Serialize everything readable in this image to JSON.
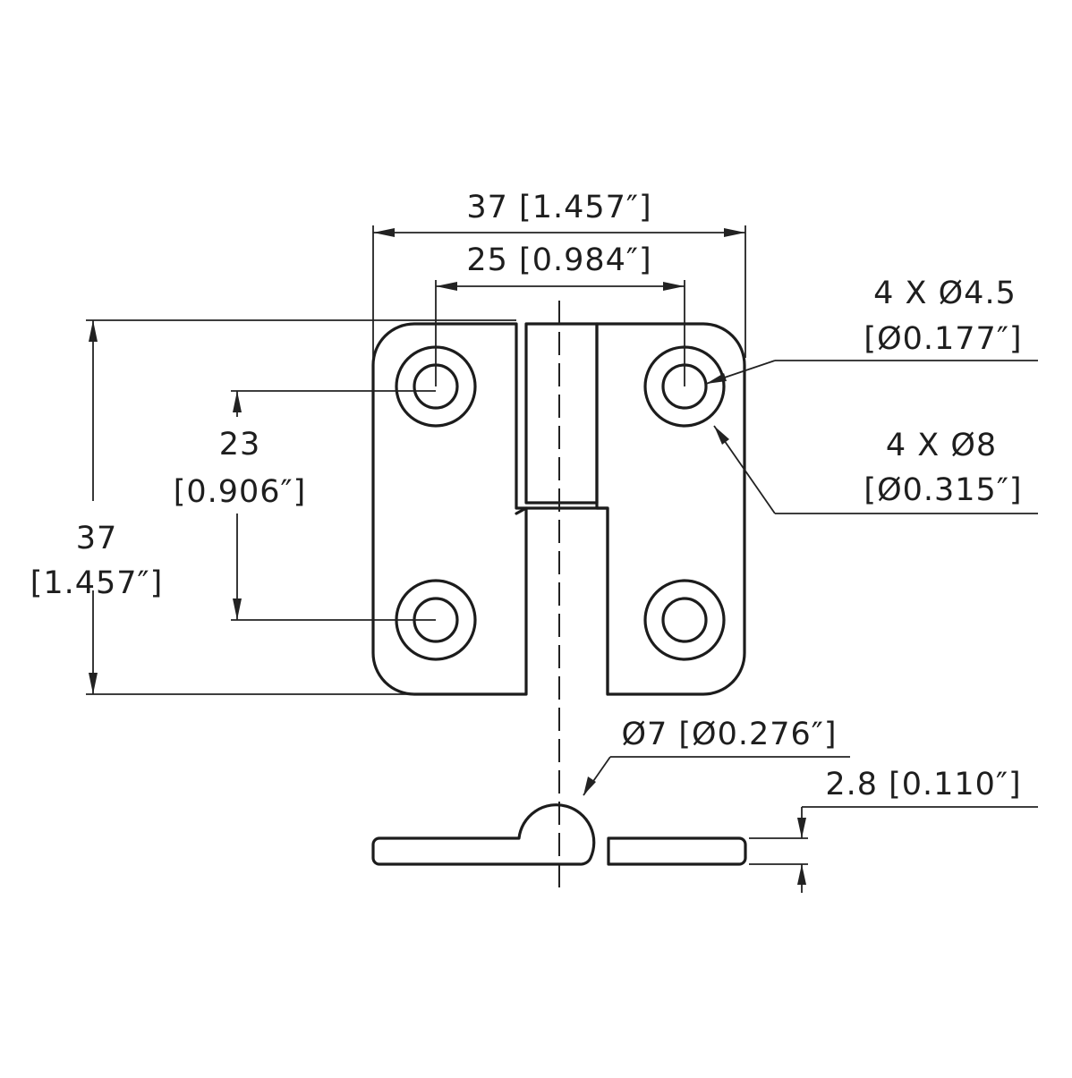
{
  "dimensions": {
    "overall_width": "37 [1.457″]",
    "hole_spacing_horizontal": "25 [0.984″]",
    "overall_height_value": "37",
    "overall_height_inch": "[1.457″]",
    "hole_spacing_vertical_value": "23",
    "hole_spacing_vertical_inch": "[0.906″]",
    "hole_diameter_mm": "4 X Ø4.5",
    "hole_diameter_inch": "[Ø0.177″]",
    "counterbore_diameter_mm": "4 X Ø8",
    "counterbore_diameter_inch": "[Ø0.315″]",
    "knuckle_diameter": "Ø7 [Ø0.276″]",
    "leaf_thickness": "2.8 [0.110″]"
  }
}
